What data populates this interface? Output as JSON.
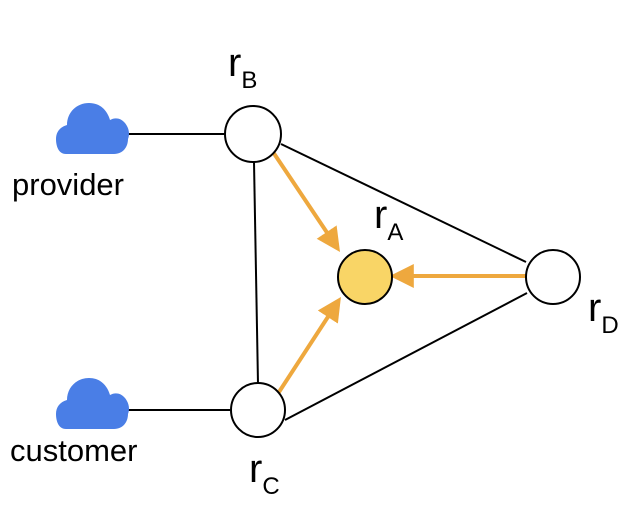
{
  "routers": {
    "a": {
      "main": "r",
      "sub": "A"
    },
    "b": {
      "main": "r",
      "sub": "B"
    },
    "c": {
      "main": "r",
      "sub": "C"
    },
    "d": {
      "main": "r",
      "sub": "D"
    }
  },
  "clouds": {
    "provider": {
      "label": "provider",
      "icon": "cloud-icon"
    },
    "customer": {
      "label": "customer",
      "icon": "cloud-icon"
    }
  },
  "colors": {
    "cloud": "#4a7ee6",
    "router_highlight": "#f9d566",
    "router_default": "#ffffff",
    "flow_arrow": "#eea83e",
    "link": "#000000"
  }
}
